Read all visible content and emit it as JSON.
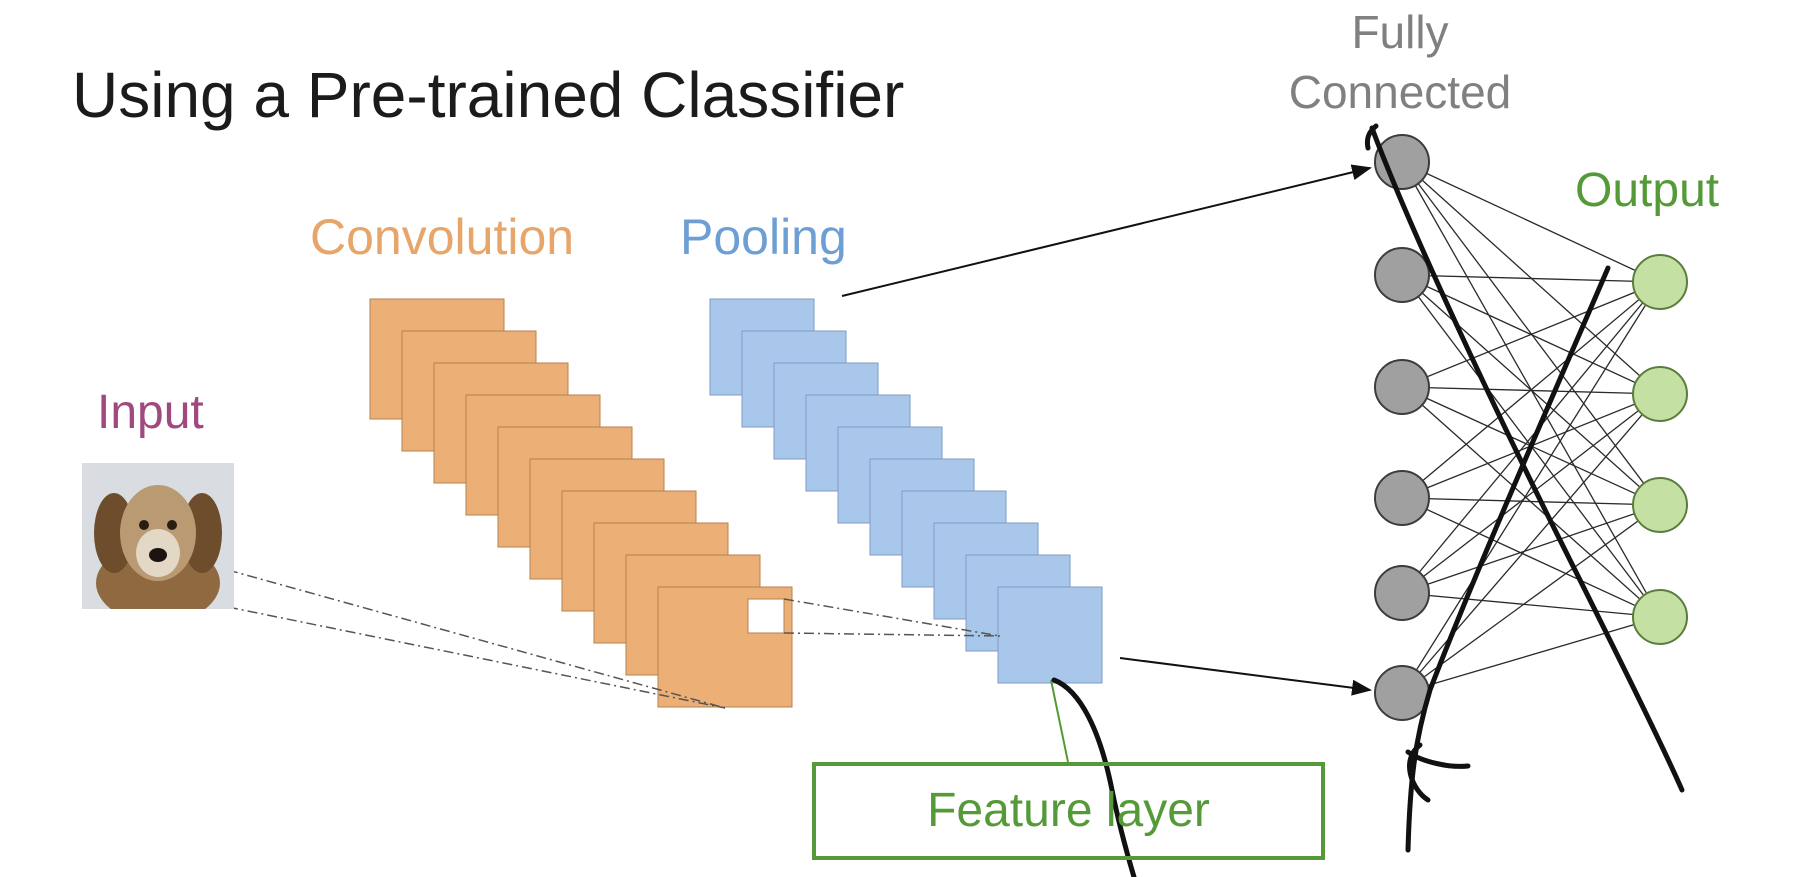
{
  "title": "Using a Pre-trained Classifier",
  "labels": {
    "input": "Input",
    "convolution": "Convolution",
    "pooling": "Pooling",
    "fully_connected_line1": "Fully",
    "fully_connected_line2": "Connected",
    "output": "Output",
    "feature_layer": "Feature layer"
  },
  "colors": {
    "input": "#a0497f",
    "convolution": "#e7a56a",
    "convolution_fill": "#ecb076",
    "pooling": "#6d9fd4",
    "pooling_fill": "#a9c6eb",
    "fully_connected": "#808080",
    "fc_node": "#a0a0a0",
    "output": "#559a38",
    "output_node": "#c4e1a3",
    "feature_layer": "#559a38",
    "annotation_ink": "#111111"
  },
  "network": {
    "conv_maps": 10,
    "pool_maps": 10,
    "fc_nodes": 6,
    "output_nodes": 4
  }
}
